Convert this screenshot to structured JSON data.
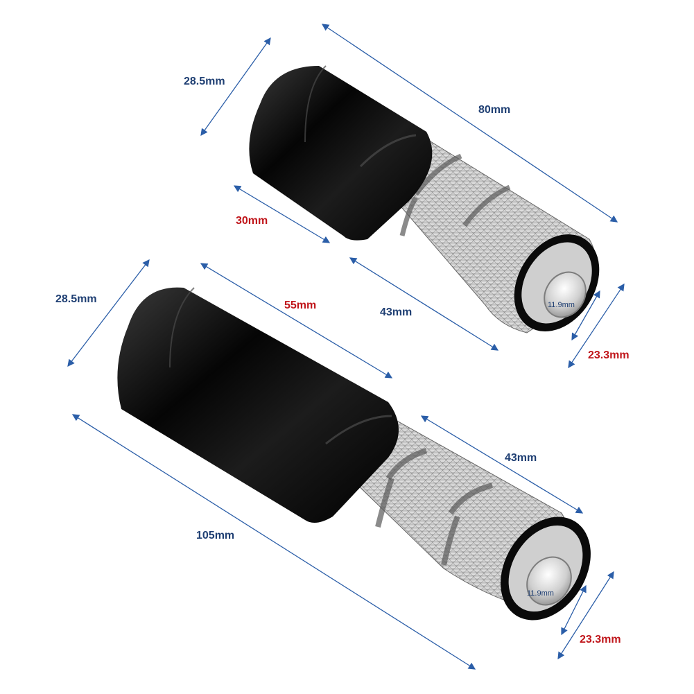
{
  "colors": {
    "dimension_line": "#2b5ea8",
    "label_blue": "#1f3f73",
    "label_red": "#c0161b",
    "body_black": "#0c0c0c",
    "knurl_silver": "#c9c9c9"
  },
  "product": {
    "short_extender": {
      "diameter_top": "28.5mm",
      "total_length": "80mm",
      "black_section_length": "30mm",
      "silver_section_length": "43mm",
      "bolt_diameter": "11.9mm",
      "insert_diameter": "23.3mm"
    },
    "long_extender": {
      "diameter_top": "28.5mm",
      "black_section_length": "55mm",
      "silver_section_length_top": "43mm",
      "silver_section_length": "43mm",
      "total_length": "105mm",
      "bolt_diameter": "11.9mm",
      "insert_diameter": "23.3mm"
    }
  }
}
